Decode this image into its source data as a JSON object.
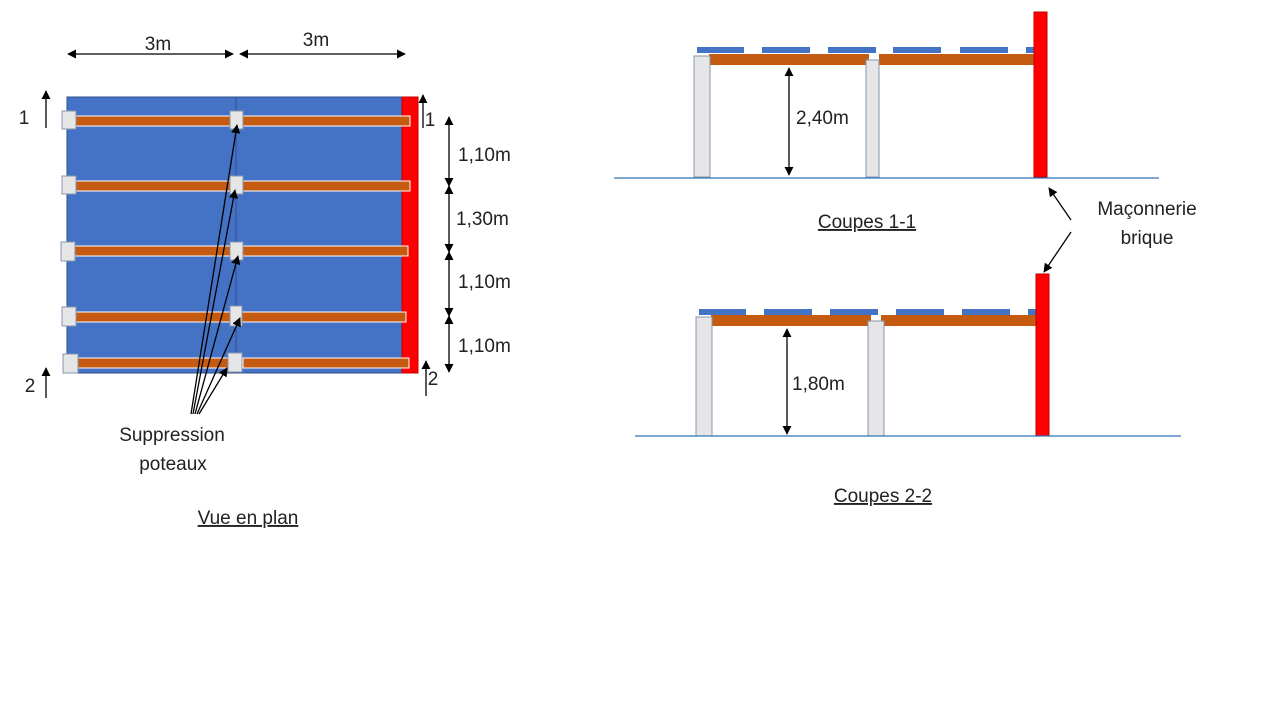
{
  "plan": {
    "dim_top_left": "3m",
    "dim_top_right": "3m",
    "section1_left": "1",
    "section1_right": "1",
    "section2_left": "2",
    "section2_right": "2",
    "dim_right": [
      "1,10m",
      "1,30m",
      "1,10m",
      "1,10m"
    ],
    "annotation_line1": "Suppression",
    "annotation_line2": "poteaux",
    "title": "Vue en plan"
  },
  "section_1_1": {
    "height_label": "2,40m",
    "title": "Coupes 1-1"
  },
  "section_2_2": {
    "height_label": "1,80m",
    "title": "Coupes 2-2"
  },
  "wall_label_line1": "Maçonnerie",
  "wall_label_line2": "brique",
  "colors": {
    "roof_blue": "#4472c4",
    "beam_orange": "#c55a11",
    "brick_red": "#ff0000",
    "post_grey": "#e7e6e6",
    "ground_line": "#2e75b6"
  }
}
